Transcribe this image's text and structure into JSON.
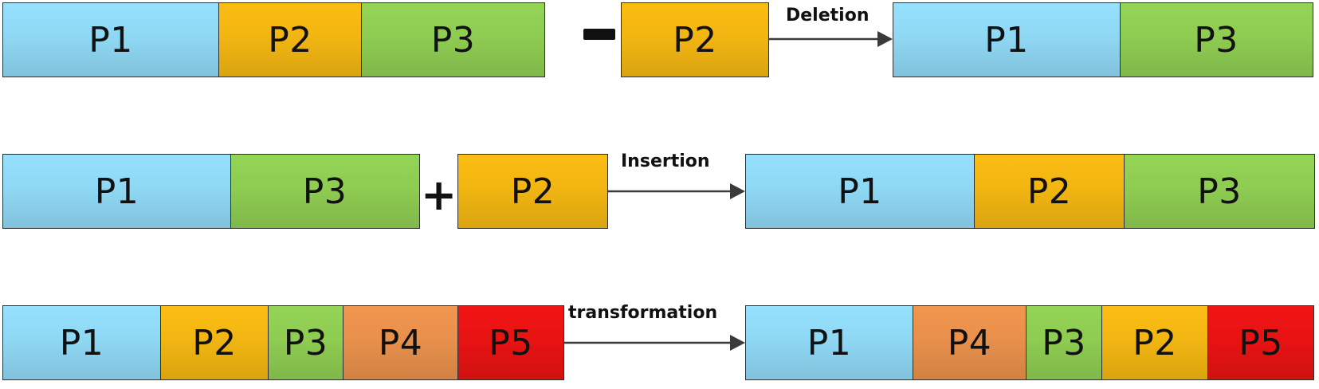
{
  "colors": {
    "P1": "#8fd8f4",
    "P2": "#f2b612",
    "P3": "#8ecc52",
    "P4": "#e8904c",
    "P5": "#e81313",
    "outline": "#2f2f2f",
    "arrow": "#3a3a3a"
  },
  "rows": {
    "deletion": {
      "operator": "−",
      "operation_label": "Deletion",
      "source": [
        "P1",
        "P2",
        "P3"
      ],
      "operand": [
        "P2"
      ],
      "result": [
        "P1",
        "P3"
      ]
    },
    "insertion": {
      "operator": "+",
      "operation_label": "Insertion",
      "source": [
        "P1",
        "P3"
      ],
      "operand": [
        "P2"
      ],
      "result": [
        "P1",
        "P2",
        "P3"
      ]
    },
    "transformation": {
      "operation_label": "transformation",
      "source": [
        "P1",
        "P2",
        "P3",
        "P4",
        "P5"
      ],
      "result": [
        "P1",
        "P4",
        "P3",
        "P2",
        "P5"
      ]
    }
  }
}
